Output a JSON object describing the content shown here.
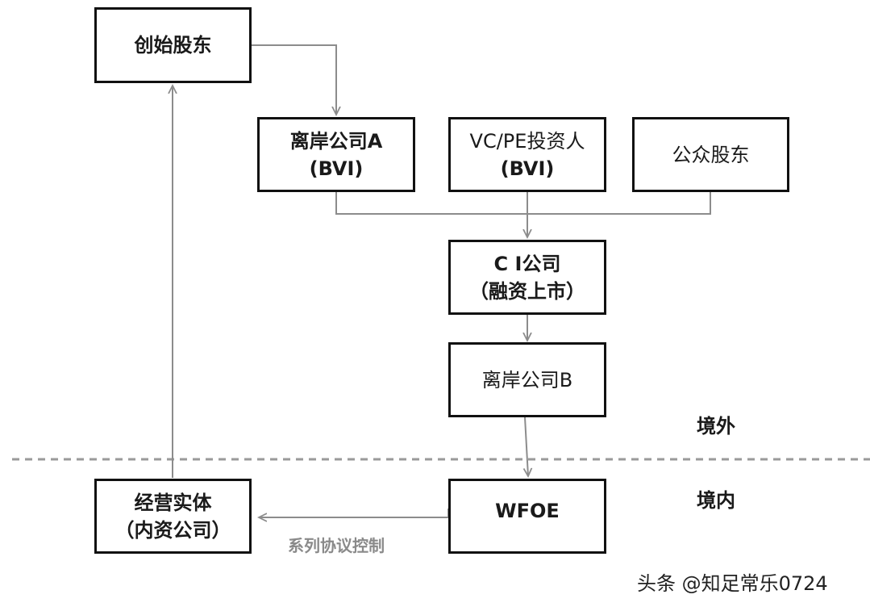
{
  "nodes": {
    "founders": {
      "text": "创始股东"
    },
    "offshore_a": {
      "line1": "离岸公司A",
      "line2": "(BVI)"
    },
    "vc_pe": {
      "line1": "VC/PE投资人",
      "line2": "(BVI)"
    },
    "public_shareholders": {
      "text": "公众股东"
    },
    "ci_company": {
      "line1": "C I公司",
      "line2": "（融资上市）"
    },
    "offshore_b": {
      "text": "离岸公司B"
    },
    "wfoe": {
      "text": "WFOE"
    },
    "operating_entity": {
      "line1": "经营实体",
      "line2": "（内资公司）"
    }
  },
  "regions": {
    "offshore": "境外",
    "domestic": "境内"
  },
  "edge_labels": {
    "contract_control": "系列协议控制"
  },
  "watermark": "头条 @知足常乐0724",
  "colors": {
    "box_border": "#111111",
    "connector": "#8c8c8c",
    "divider": "#9a9a9a"
  }
}
